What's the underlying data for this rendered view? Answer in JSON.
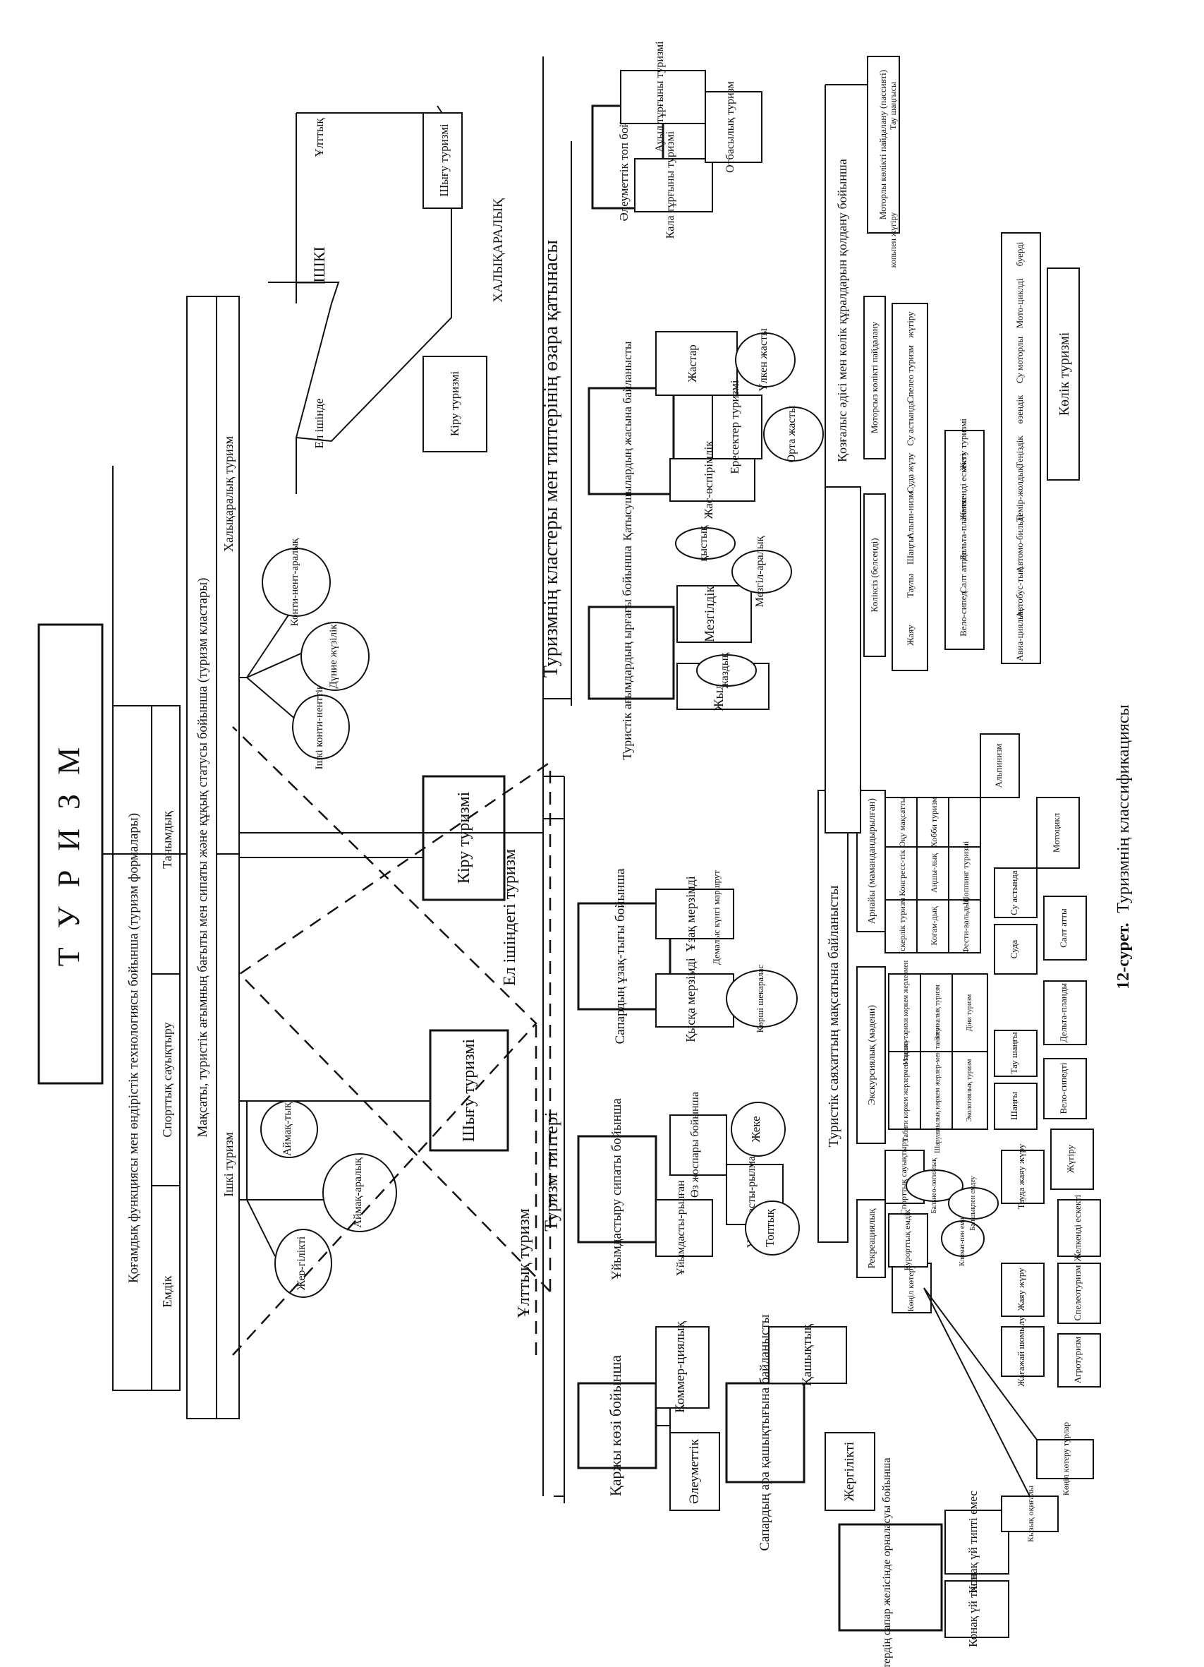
{
  "caption": {
    "number": "12-сурет.",
    "text": "Туризмнің классификациясы"
  },
  "root": "Т У Р И З М",
  "forms": {
    "header": "Қоғамдық функциясы мен өндірістік технологиясы бойынша (туризм формалары)",
    "items": [
      "Емдік",
      "Спорттық сауықтыру",
      "Танымдық"
    ]
  },
  "status": {
    "header": "Мақсаты, туристік ағымның бағыты мен сипаты және құқық статусы бойынша (туризм кластары)",
    "internal": "Ішкі туризм",
    "international": "Халықаралық туризм",
    "internal_items": [
      "Жер-гілікті",
      "Аймақ-аралық",
      "Аймақ-тық"
    ],
    "international_items": [
      "Ішкі конти-ненттік",
      "Дүние жүзілік",
      "Конти-нент-аралық"
    ],
    "outbound": "Шығу туризмі",
    "inbound": "Кіру туризмі",
    "national_label": "Ұлттық туризм",
    "domestic_label": "Ел ішіндегі туризм",
    "intl_diagram": {
      "center": "ІШКІ",
      "national": "Ұлттық",
      "domestic": "Ел ішінде",
      "intl": "ХАЛЫҚАРАЛЫҚ",
      "inbound": "Кіру туризмі",
      "outbound": "Шығу туризмі"
    }
  },
  "types": {
    "header": "Туризм типтері",
    "finance": {
      "title": "Қаржы көзі бойынша",
      "items": [
        "Әлеуметтік",
        "Коммер-циялық"
      ]
    },
    "distance": {
      "title": "Сапардың ара қашықтығына байланысты",
      "items": [
        "Жергілікті",
        "Қашықтық"
      ]
    },
    "placement": {
      "title": "Туристердің сапар желісінде орналасуы бойынша",
      "items": [
        "Конақ үй типті",
        "Конақ үй типті емес"
      ]
    },
    "organization": {
      "title": "Ұйымдастыру сипаты бойынша",
      "items": [
        "Ұйымдасты-рылған",
        "Өз жоспары бойынша",
        "Ұйымдасты-рылмаған"
      ],
      "circles": [
        "Топтық",
        "Жеке"
      ]
    },
    "duration": {
      "title": "Сапардың ұзақ-тығы бойынша",
      "items": [
        "Қысқа мерзімді",
        "Ұзақ мерзімді"
      ],
      "subs": [
        "Көрші шекаралас",
        "Демалыс күнгі маршрут"
      ]
    }
  },
  "purpose": {
    "header": "Туристік саяхаттың мақсатына байланысты",
    "categories": [
      "Рекреациялық",
      "Экскурсиялық (мәдени)",
      "Арнайы (мамандандырылған)"
    ],
    "recreation": [
      "Көңіл көтеру",
      "Курорттық емдік",
      "Спорттық сауықтыру"
    ],
    "treatment": [
      "Климат-пен емдеу",
      "Бальнео-логиялық",
      "Балшықпен емдеу"
    ],
    "fun": [
      "Кызық оқиғалы",
      "Көңіл көтеру турлар"
    ],
    "culture": [
      "Табиғи көркем жерлермен танысу",
      "Мәдени-тарихи көркем жерлермен",
      "Шаруашылық көркем жерлер-мен танысу",
      "Этникалық туризм",
      "Экологиялық туризм",
      "Діни туризм"
    ],
    "special": [
      "Іскерлік туризм",
      "Конгресс-тік",
      "Оқу мақсатты",
      "Коғам-дық",
      "Аңшы-лық",
      "Хобби туризм",
      "Фести-вальдық",
      "Шоппинг туризмі"
    ],
    "sport_row1": [
      "Жағажай шомылу",
      "Жаяу жүру",
      "Тауда жаяу жүру",
      "Шаңғы",
      "Тау шаңғы",
      "Суда",
      "Су астында",
      "Альпинизм"
    ],
    "sport_row2": [
      "Агротуризм",
      "Спелеотуризм",
      "Желкенді ескекті",
      "Жүгіру",
      "Вело-сипедті",
      "Дельта-планды",
      "Салт атты",
      "Мотоцикл"
    ]
  },
  "clusters": {
    "header": "Туризмнің кластеры мен типтерінің өзара қатынасы",
    "flow": {
      "title": "Туристік ағымдардың ырғағы бойынша",
      "items": [
        "Жылдық",
        "Мезгілдік"
      ],
      "circles": [
        "жаздық",
        "қыстық",
        "Мезгіл-аралық"
      ]
    },
    "age": {
      "title": "Қатысушылардың жасына байланысты",
      "items": [
        "Жас-өспірімдік",
        "Жастар",
        "Ересектер туризмі"
      ],
      "circles": [
        "Орта жасты",
        "Үлкен жасты"
      ]
    },
    "social": {
      "title": "Әлеуметтік топ бойынша",
      "items": [
        "Кала тұрғыны туризмі",
        "Ауыл тұрғыны туризмі",
        "Отбасылық туризм"
      ]
    }
  },
  "transport": {
    "header": "Қозғалыс әдісі мен көлік құралдарын қолдану бойынша",
    "groups": [
      "Көліксіз (белсенді)",
      "Моторсыз көлікті пайдалану",
      "Моторлы көлікті пайдалану (пассивті)"
    ],
    "active": [
      "Жаяу",
      "Таулы",
      "Шаңғы",
      "Альпи-низм",
      "Суда жүзу",
      "Су астында",
      "Спелео туризм",
      "жүгіру",
      "копьпен жүгіру",
      "Тау шаңғысы"
    ],
    "nonmotor": [
      "Вело-сипед",
      "Салт атпен",
      "Дельта-планмен",
      "Желкенді ескекті",
      "Жегу туризмі"
    ],
    "motor": [
      "Авиа-циялық",
      "Автобус-тық",
      "Автомо-бильді",
      "Темір-жолдық",
      "Теңіздік",
      "өзендік",
      "Су моторлы",
      "Мото-циклді",
      "буерді"
    ],
    "footer": "Көлік туризмі"
  }
}
